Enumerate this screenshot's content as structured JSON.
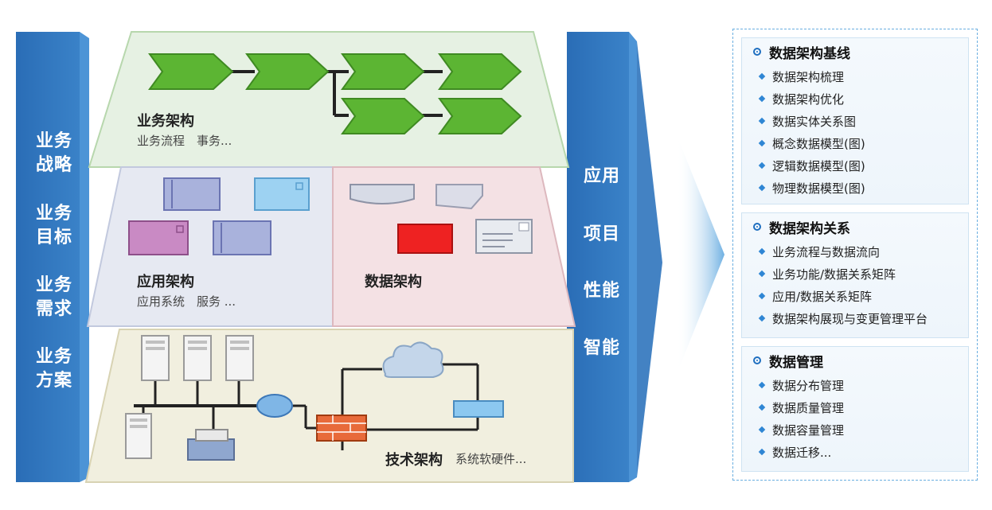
{
  "left_pillar": [
    "业务战略",
    "业务目标",
    "业务需求",
    "业务方案"
  ],
  "right_pillar": [
    "应用",
    "项目",
    "性能",
    "智能"
  ],
  "layers": {
    "business": {
      "title": "业务架构",
      "subtitle": "业务流程　事务..."
    },
    "application": {
      "title": "应用架构",
      "subtitle": "应用系统　服务 ..."
    },
    "data": {
      "title": "数据架构"
    },
    "technology": {
      "title": "技术架构",
      "subtitle": "系统软硬件..."
    }
  },
  "panel": {
    "groups": [
      {
        "title": "数据架构基线",
        "items": [
          "数据架构梳理",
          "数据架构优化",
          "数据实体关系图",
          "概念数据模型(图)",
          "逻辑数据模型(图)",
          "物理数据模型(图)"
        ]
      },
      {
        "title": "数据架构关系",
        "items": [
          "业务流程与数据流向",
          "业务功能/数据关系矩阵",
          "应用/数据关系矩阵",
          "数据架构展现与变更管理平台"
        ]
      },
      {
        "title": "数据管理",
        "items": [
          "数据分布管理",
          "数据质量管理",
          "数据容量管理",
          "数据迁移..."
        ]
      }
    ]
  },
  "colors": {
    "pillar": "#2f74bd",
    "pillar_side": "#4a90d4",
    "business_layer": "#e6f1e3",
    "application_layer": "#e6e9f2",
    "data_layer": "#f4e1e4",
    "technology_layer": "#f1efdf",
    "process_green": "#5cb533",
    "accent_red": "#ee2222",
    "arrow_blue": "#7fbbe6"
  }
}
